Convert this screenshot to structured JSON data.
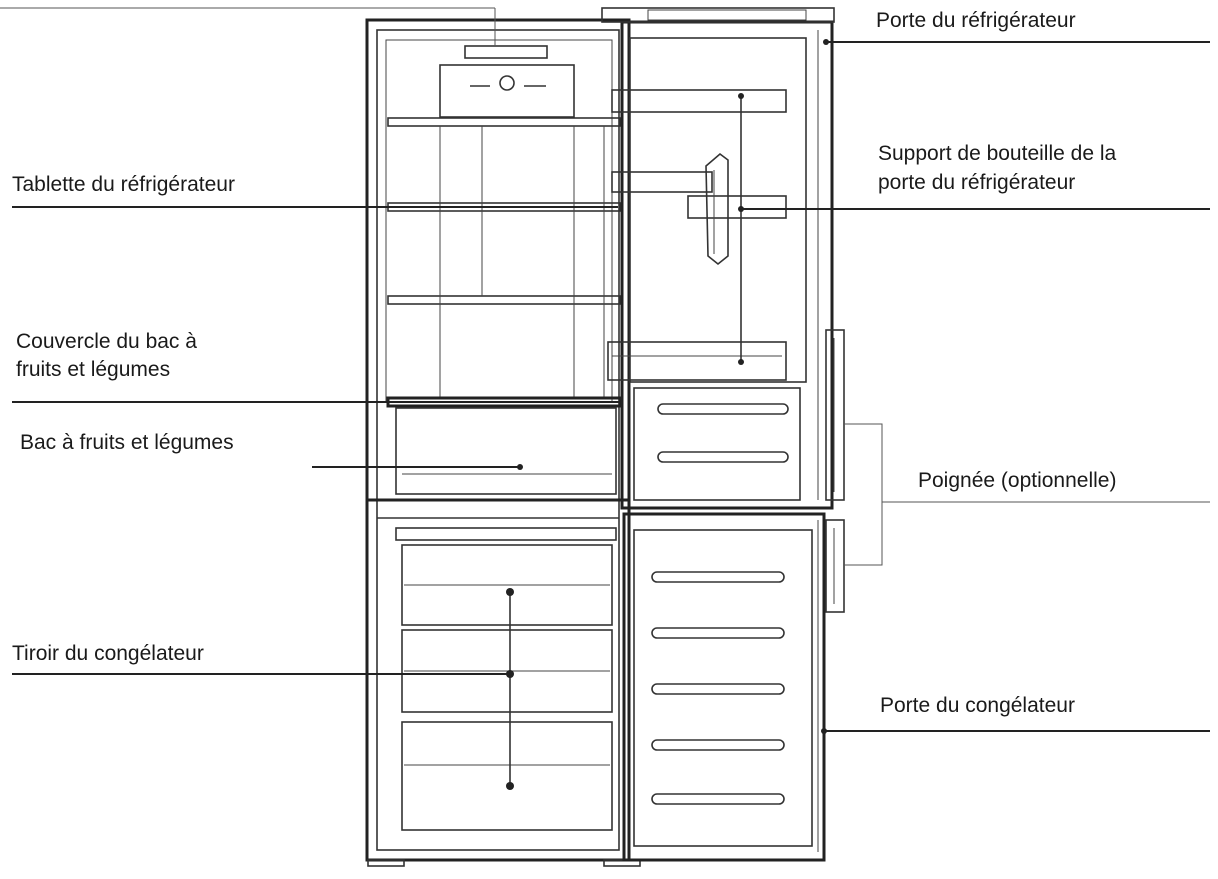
{
  "labels": {
    "fridge_door": "Porte du réfrigérateur",
    "fridge_shelf": "Tablette du réfrigérateur",
    "bottle_holder_line1": "Support de bouteille de la",
    "bottle_holder_line2": "porte du réfrigérateur",
    "crisper_cover_line1": "Couvercle du bac à",
    "crisper_cover_line2": "fruits et légumes",
    "crisper": "Bac à fruits et légumes",
    "handle": "Poignée (optionnelle)",
    "freezer_drawer": "Tiroir du congélateur",
    "freezer_door": "Porte du congélateur"
  }
}
